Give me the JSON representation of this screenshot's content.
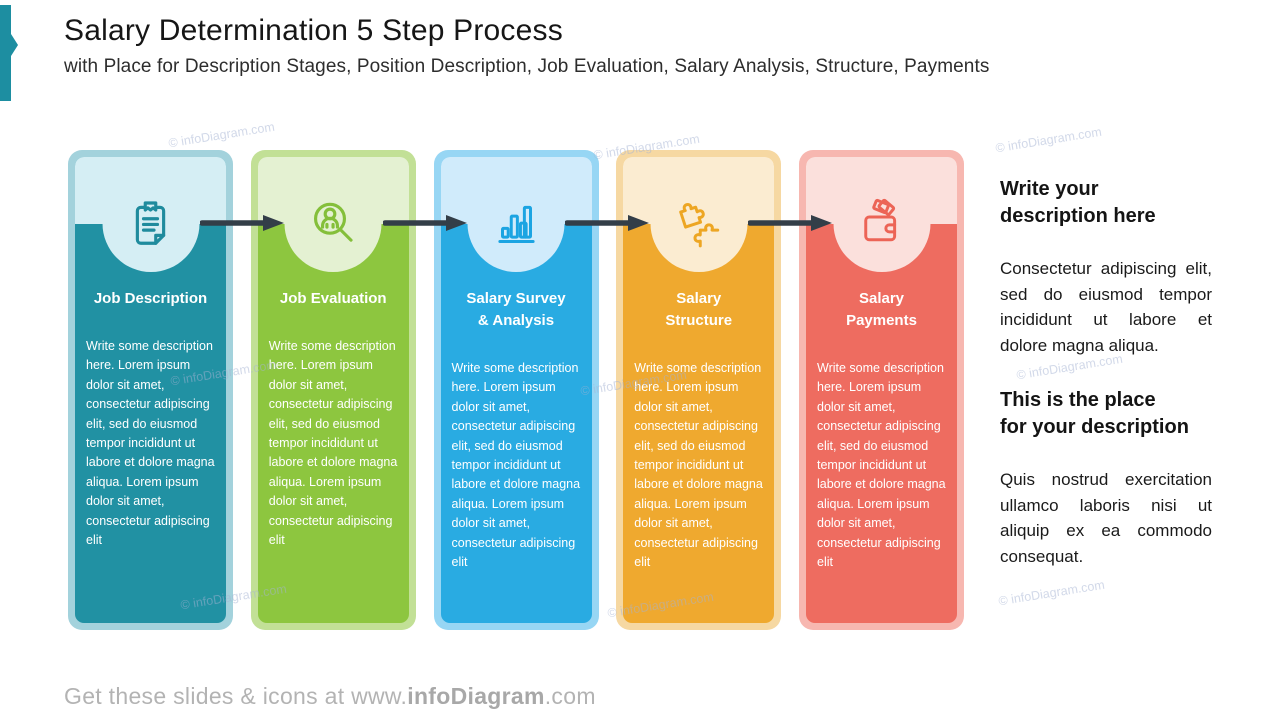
{
  "colors": {
    "accent": "#1d8ea1",
    "arrow": "#333e48"
  },
  "header": {
    "title": "Salary Determination 5 Step Process",
    "subtitle": "with Place for Description Stages, Position Description, Job Evaluation, Salary Analysis, Structure, Payments"
  },
  "steps": [
    {
      "title": "Job Description",
      "description": "Write some description here. Lorem ipsum dolor sit amet, consectetur adipiscing elit, sed do eiusmod tempor incididunt ut labore et dolore magna aliqua. Lorem ipsum dolor sit amet, consectetur adipiscing elit",
      "icon": "clipboard-icon",
      "colors": {
        "body": "#2191a3",
        "head": "#d5eef4",
        "border": "#a3d2dc",
        "icon": "#1f8b9d"
      }
    },
    {
      "title": "Job Evaluation",
      "description": "Write some description here. Lorem ipsum dolor sit amet, consectetur adipiscing elit, sed do eiusmod tempor incididunt ut labore et dolore magna aliqua. Lorem ipsum dolor sit amet, consectetur adipiscing elit",
      "icon": "person-magnifier-icon",
      "colors": {
        "body": "#8dc63f",
        "head": "#e4f1d2",
        "border": "#c2e096",
        "icon": "#84bf3a"
      }
    },
    {
      "title": "Salary Survey\n& Analysis",
      "description": "Write some description here. Lorem ipsum dolor sit amet, consectetur adipiscing elit, sed do eiusmod tempor incididunt ut labore et dolore magna aliqua. Lorem ipsum dolor sit amet, consectetur adipiscing elit",
      "icon": "bar-chart-icon",
      "colors": {
        "body": "#29abe2",
        "head": "#d0ebfb",
        "border": "#97d6f4",
        "icon": "#1ba4e2"
      }
    },
    {
      "title": "Salary\nStructure",
      "description": "Write some description here. Lorem ipsum dolor sit amet, consectetur adipiscing elit, sed do eiusmod tempor incididunt ut labore et dolore magna aliqua. Lorem ipsum dolor sit amet, consectetur adipiscing elit",
      "icon": "puzzle-icon",
      "colors": {
        "body": "#efa92f",
        "head": "#fbecd1",
        "border": "#f6d8a2",
        "icon": "#eda623"
      }
    },
    {
      "title": "Salary\nPayments",
      "description": "Write some description here. Lorem ipsum dolor sit amet, consectetur adipiscing elit, sed do eiusmod tempor incididunt ut labore et dolore magna aliqua. Lorem ipsum dolor sit amet, consectetur adipiscing elit",
      "icon": "wallet-icon",
      "colors": {
        "body": "#ee6c60",
        "head": "#fbe0dc",
        "border": "#f7b7b0",
        "icon": "#ec6456"
      }
    }
  ],
  "side_panel": {
    "sections": [
      {
        "heading": "Write your\ndescription here",
        "body": "Consectetur adipiscing elit, sed do eiusmod tempor incididunt ut labore et dolore magna aliqua."
      },
      {
        "heading": "This is the place\nfor your description",
        "body": "Quis nostrud exercitation ullamco laboris nisi ut aliquip ex ea commodo consequat."
      }
    ]
  },
  "footer": {
    "prefix": "Get these slides & icons at www.",
    "brand": "infoDiagram",
    "suffix": ".com"
  },
  "watermark": {
    "text": "© infoDiagram.com"
  }
}
